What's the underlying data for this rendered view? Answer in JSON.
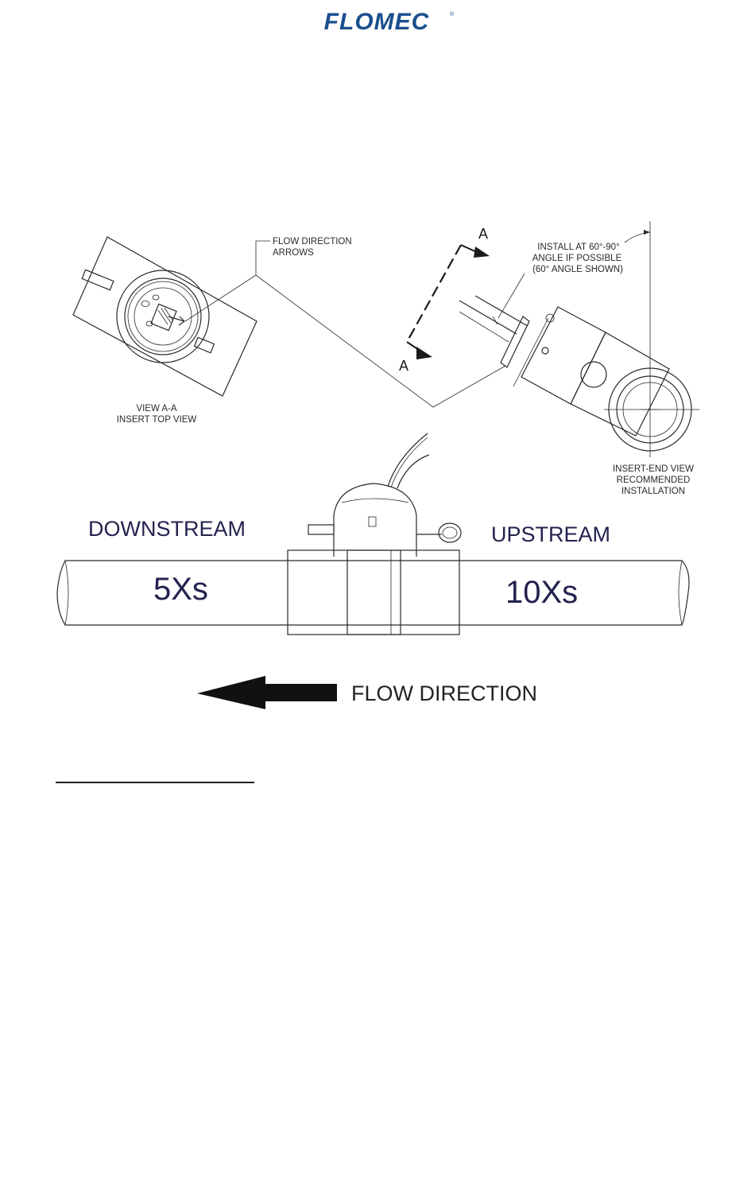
{
  "brand": {
    "logo_text": "FLOMEC",
    "logo_color": "#1a4f8e",
    "registered": "®"
  },
  "diagram": {
    "callout_flow_arrows": [
      "FLOW DIRECTION",
      "ARROWS"
    ],
    "view_aa": [
      "VIEW A-A",
      "INSERT TOP VIEW"
    ],
    "section_letter_top": "A",
    "section_letter_bottom": "A",
    "install_note": [
      "INSTALL AT 60°-90°",
      "ANGLE IF POSSIBLE",
      "(60° ANGLE SHOWN)"
    ],
    "insert_end_view": [
      "INSERT-END VIEW",
      "RECOMMENDED",
      "INSTALLATION"
    ]
  },
  "pipe": {
    "downstream_label": "DOWNSTREAM",
    "upstream_label": "UPSTREAM",
    "downstream_distance": "5Xs",
    "upstream_distance": "10Xs",
    "flow_direction_label": "FLOW DIRECTION"
  },
  "colors": {
    "label_navy": "#23234f",
    "line": "#2a2a2a"
  }
}
